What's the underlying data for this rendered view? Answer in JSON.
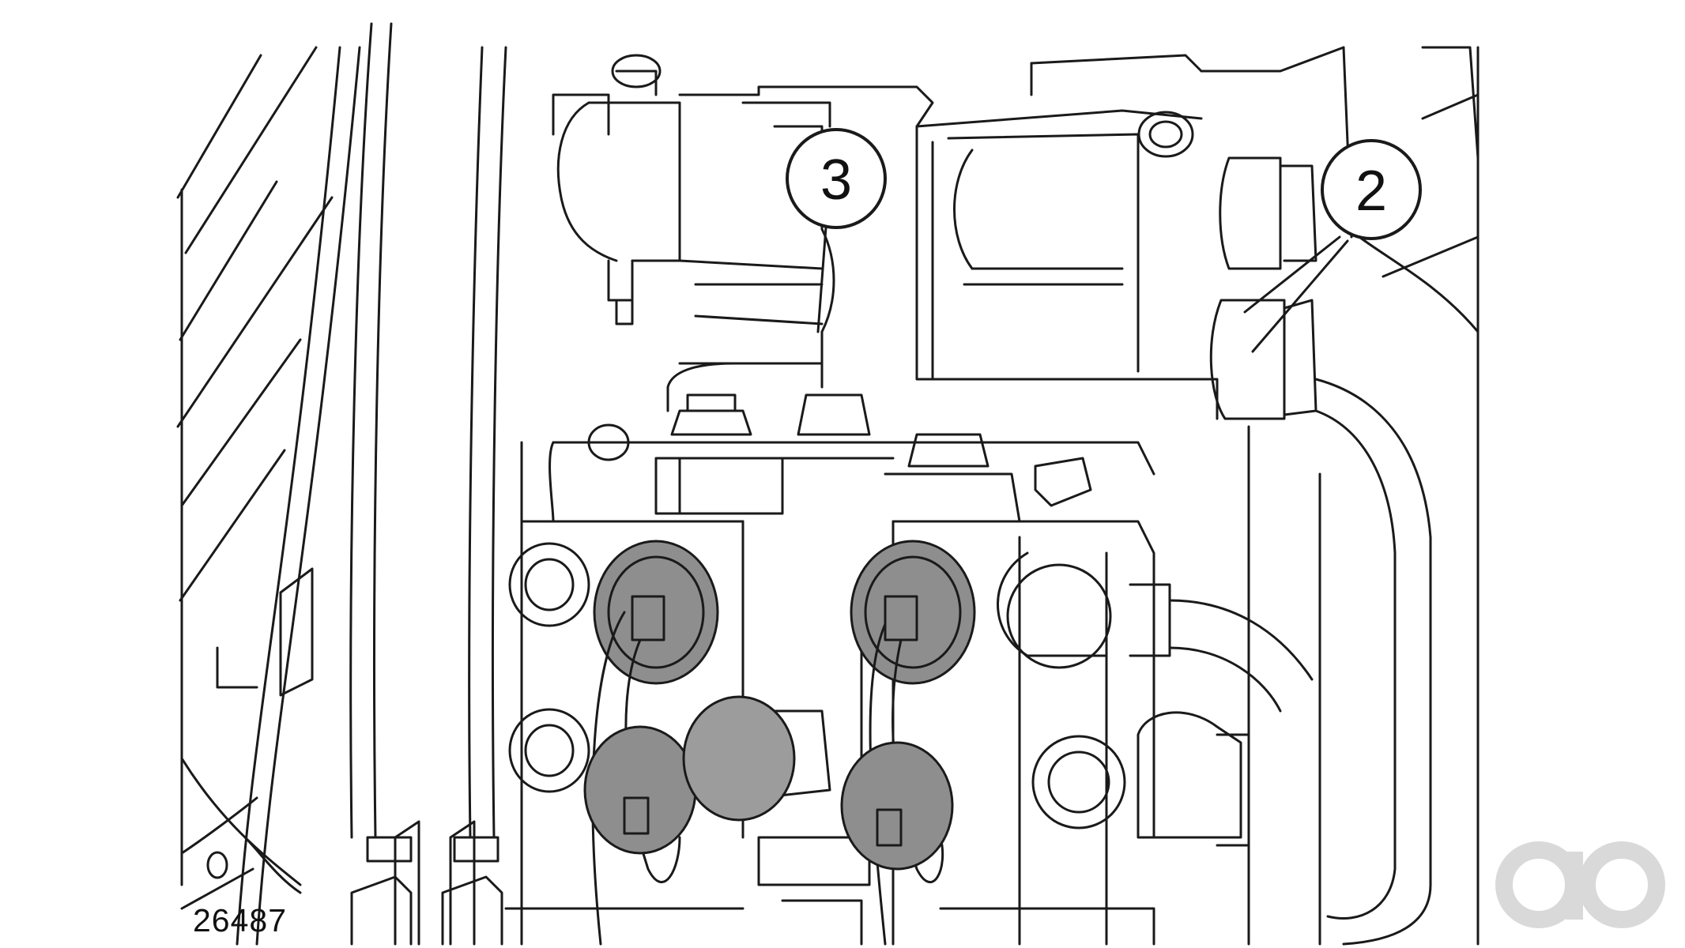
{
  "diagram": {
    "callouts": [
      {
        "id": "callout-2",
        "label": "2"
      },
      {
        "id": "callout-3",
        "label": "3"
      }
    ],
    "figure_number": "26487"
  },
  "watermark": {
    "text": "ao",
    "color": "#d9d9d9"
  },
  "colors": {
    "line": "#1a1a1a",
    "connector_fill": "#8e8e8e",
    "plug_fill": "#9c9c9c",
    "background": "#ffffff"
  }
}
